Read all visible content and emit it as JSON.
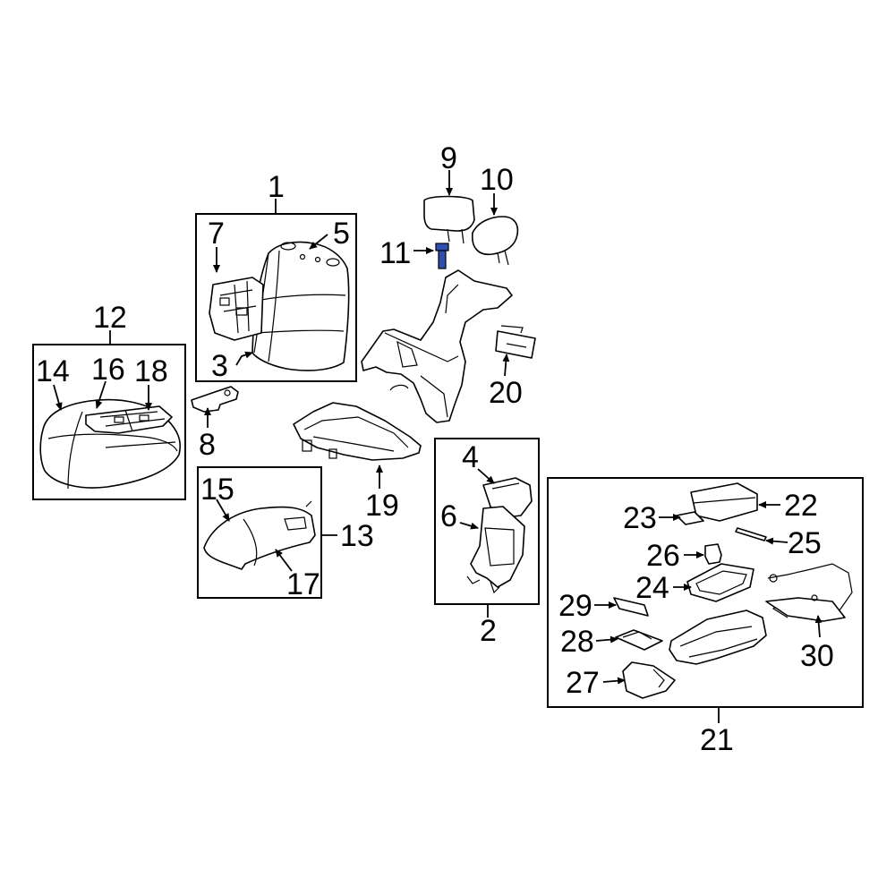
{
  "diagram": {
    "highlight_color": "#2f4fb0",
    "highlighted_part": "11",
    "callouts": [
      {
        "id": "c1",
        "text": "1"
      },
      {
        "id": "c2",
        "text": "2"
      },
      {
        "id": "c3",
        "text": "3"
      },
      {
        "id": "c4",
        "text": "4"
      },
      {
        "id": "c5",
        "text": "5"
      },
      {
        "id": "c6",
        "text": "6"
      },
      {
        "id": "c7",
        "text": "7"
      },
      {
        "id": "c8",
        "text": "8"
      },
      {
        "id": "c9",
        "text": "9"
      },
      {
        "id": "c10",
        "text": "10"
      },
      {
        "id": "c11",
        "text": "11"
      },
      {
        "id": "c12",
        "text": "12"
      },
      {
        "id": "c13",
        "text": "13"
      },
      {
        "id": "c14",
        "text": "14"
      },
      {
        "id": "c15",
        "text": "15"
      },
      {
        "id": "c16",
        "text": "16"
      },
      {
        "id": "c17",
        "text": "17"
      },
      {
        "id": "c18",
        "text": "18"
      },
      {
        "id": "c19",
        "text": "19"
      },
      {
        "id": "c20",
        "text": "20"
      },
      {
        "id": "c21",
        "text": "21"
      },
      {
        "id": "c22",
        "text": "22"
      },
      {
        "id": "c23",
        "text": "23"
      },
      {
        "id": "c24",
        "text": "24"
      },
      {
        "id": "c25",
        "text": "25"
      },
      {
        "id": "c26",
        "text": "26"
      },
      {
        "id": "c27",
        "text": "27"
      },
      {
        "id": "c28",
        "text": "28"
      },
      {
        "id": "c29",
        "text": "29"
      },
      {
        "id": "c30",
        "text": "30"
      }
    ]
  }
}
